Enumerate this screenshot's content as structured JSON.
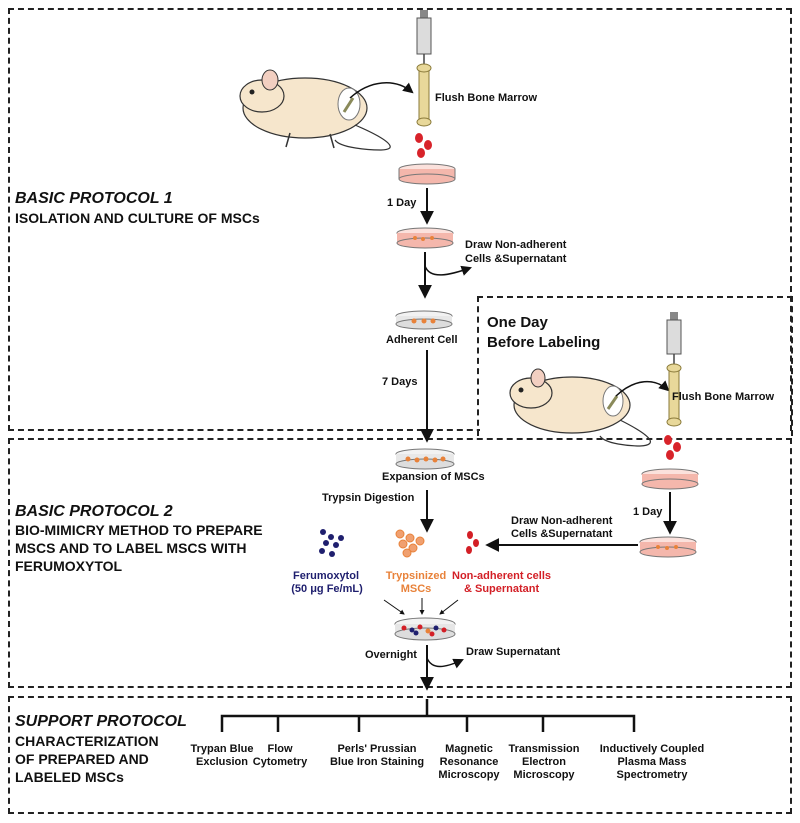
{
  "protocols": {
    "p1": {
      "title": "BASIC PROTOCOL 1",
      "subtitle": "ISOLATION AND CULTURE OF MSCs"
    },
    "p2": {
      "title": "BASIC PROTOCOL 2",
      "subtitle_lines": [
        "BIO-MIMICRY METHOD TO PREPARE",
        "MSCS AND TO LABEL MSCS WITH",
        "FERUMOXYTOL"
      ]
    },
    "support": {
      "title": "SUPPORT PROTOCOL",
      "subtitle_lines": [
        "CHARACTERIZATION",
        "OF PREPARED AND",
        "LABELED MSCs"
      ]
    }
  },
  "steps": {
    "flush1": "Flush Bone Marrow",
    "day1": "1 Day",
    "draw_nonadherent_1": [
      "Draw Non-adherent",
      "Cells &Supernatant"
    ],
    "adherent": "Adherent Cell",
    "days7": "7 Days",
    "expansion": "Expansion of MSCs",
    "trypsin": "Trypsin Digestion",
    "overnight": "Overnight",
    "draw_supernatant": "Draw Supernatant"
  },
  "side_panel": {
    "title_lines": [
      "One Day",
      "Before Labeling"
    ],
    "flush": "Flush Bone Marrow",
    "day": "1 Day",
    "draw_nonadherent": [
      "Draw Non-adherent",
      "Cells &Supernatant"
    ]
  },
  "labeling": {
    "ferumoxytol": [
      "Ferumoxytol",
      "(50 μg Fe/mL)"
    ],
    "trypsinized": [
      "Trypsinized",
      "MSCs"
    ],
    "nonadherent": [
      "Non-adherent cells",
      "& Supernatant"
    ]
  },
  "assays": [
    [
      "Trypan Blue",
      "Exclusion"
    ],
    [
      "Flow",
      "Cytometry"
    ],
    [
      "Perls' Prussian",
      "Blue Iron Staining"
    ],
    [
      "Magnetic",
      "Resonance",
      "Microscopy"
    ],
    [
      "Transmission",
      "Electron",
      "Microscopy"
    ],
    [
      "Inductively Coupled",
      "Plasma Mass",
      "Spectrometry"
    ]
  ],
  "colors": {
    "ferumoxytol": "#1f1f6e",
    "trypsinized": "#e8823a",
    "nonadherent": "#d31f26",
    "dish_pink": "#f4b7ac",
    "red_cell": "#d8232a",
    "mouse": "#f6e6cc"
  }
}
